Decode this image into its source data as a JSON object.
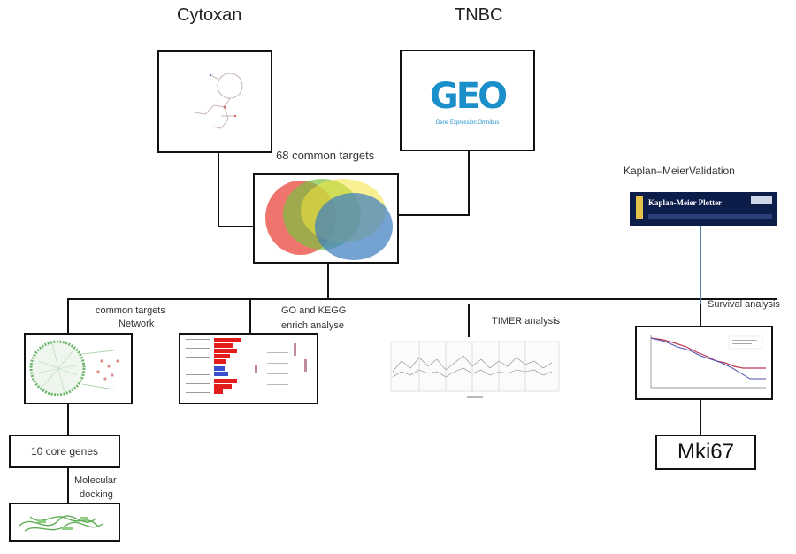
{
  "top": {
    "cytoxan_label": "Cytoxan",
    "tnbc_label": "TNBC"
  },
  "venn": {
    "caption": "68 common  targets"
  },
  "geo_logo": {
    "wordmark": "GEO",
    "tagline": "Gene Expression Omnibus"
  },
  "kaplan": {
    "caption": "Kaplan–MeierValidation",
    "banner_title": "Kaplan-Meier Plotter"
  },
  "branches": {
    "network_label_1": "common  targets",
    "network_label_2": "Network",
    "go_kegg_label_1": "GO and KEGG",
    "go_kegg_label_2": "enrich analyse",
    "timer_label": "TIMER  analysis",
    "survival_label": "Survival  analysis"
  },
  "core": {
    "core_genes_label": "10 core genes",
    "docking_label_1": "Molecular",
    "docking_label_2": "docking"
  },
  "result": {
    "gene_label": "Mki67"
  },
  "colors": {
    "line": "#111111",
    "kaplan_connector": "#4f7fa6",
    "venn_red": "#e8453c",
    "venn_green": "#7dc242",
    "venn_yellow": "#f2e33a",
    "venn_blue": "#3f7fc1",
    "geo_blue": "#1b8fc9",
    "bar_red": "#e31d1d",
    "bar_blue": "#3a4fcf"
  }
}
